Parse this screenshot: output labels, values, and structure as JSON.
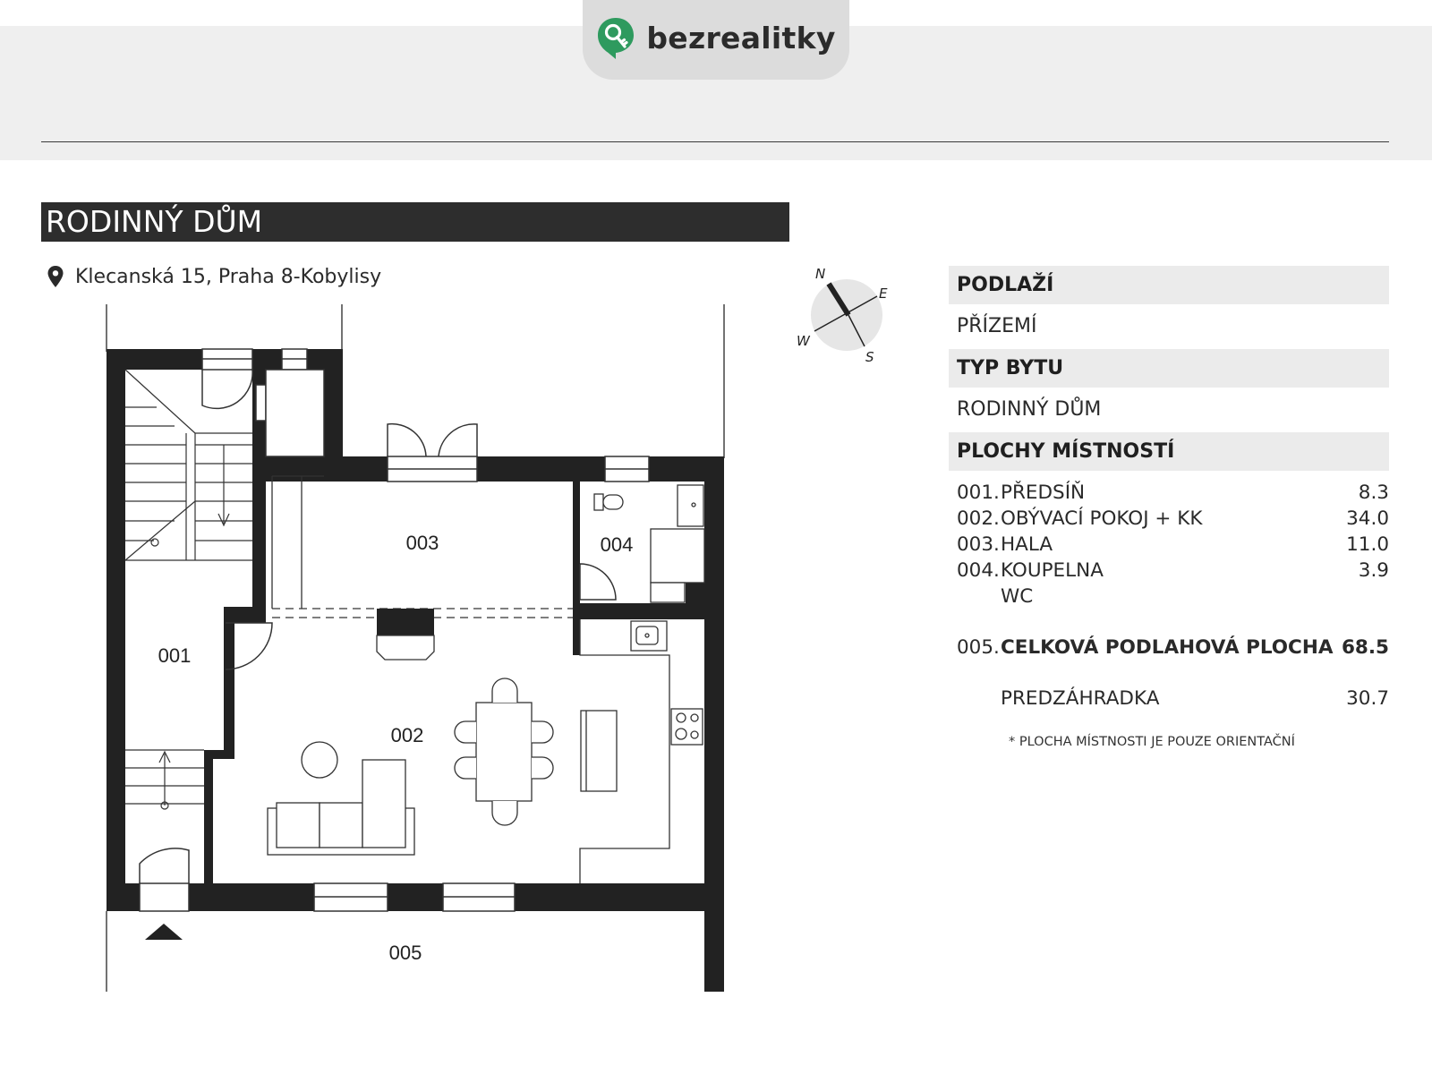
{
  "brand": {
    "name": "bezrealitky",
    "logo_icon": "key-pin-icon",
    "accent": "#2e9a5e"
  },
  "title": "RODINNÝ DŮM",
  "address": {
    "icon": "location-pin-icon",
    "text": "Klecanská 15, Praha 8-Kobylisy"
  },
  "compass": {
    "n": "N",
    "e": "E",
    "s": "S",
    "w": "W"
  },
  "plan": {
    "labels": {
      "r001": "001",
      "r002": "002",
      "r003": "003",
      "r004": "004",
      "r005": "005"
    }
  },
  "info": {
    "floor_label": "PODLAŽÍ",
    "floor_value": "PŘÍZEMÍ",
    "type_label": "TYP BYTU",
    "type_value": "RODINNÝ DŮM",
    "areas_label": "PLOCHY MÍSTNOSTÍ",
    "rooms": [
      {
        "num": "001.",
        "name": "PŘEDSÍŇ",
        "area": "8.3"
      },
      {
        "num": "002.",
        "name": "OBÝVACÍ POKOJ + KK",
        "area": "34.0"
      },
      {
        "num": "003.",
        "name": "HALA",
        "area": "11.0"
      },
      {
        "num": "004.",
        "name": "KOUPELNA",
        "area": "3.9"
      },
      {
        "num": "",
        "name": "WC",
        "area": ""
      }
    ],
    "total": {
      "num": "005.",
      "name": "CELKOVÁ PODLAHOVÁ PLOCHA",
      "area": "68.5"
    },
    "garden": {
      "num": "",
      "name": "PREDZÁHRADKA",
      "area": "30.7"
    },
    "footnote": "* PLOCHA MÍSTNOSTI JE POUZE ORIENTAČNÍ"
  }
}
